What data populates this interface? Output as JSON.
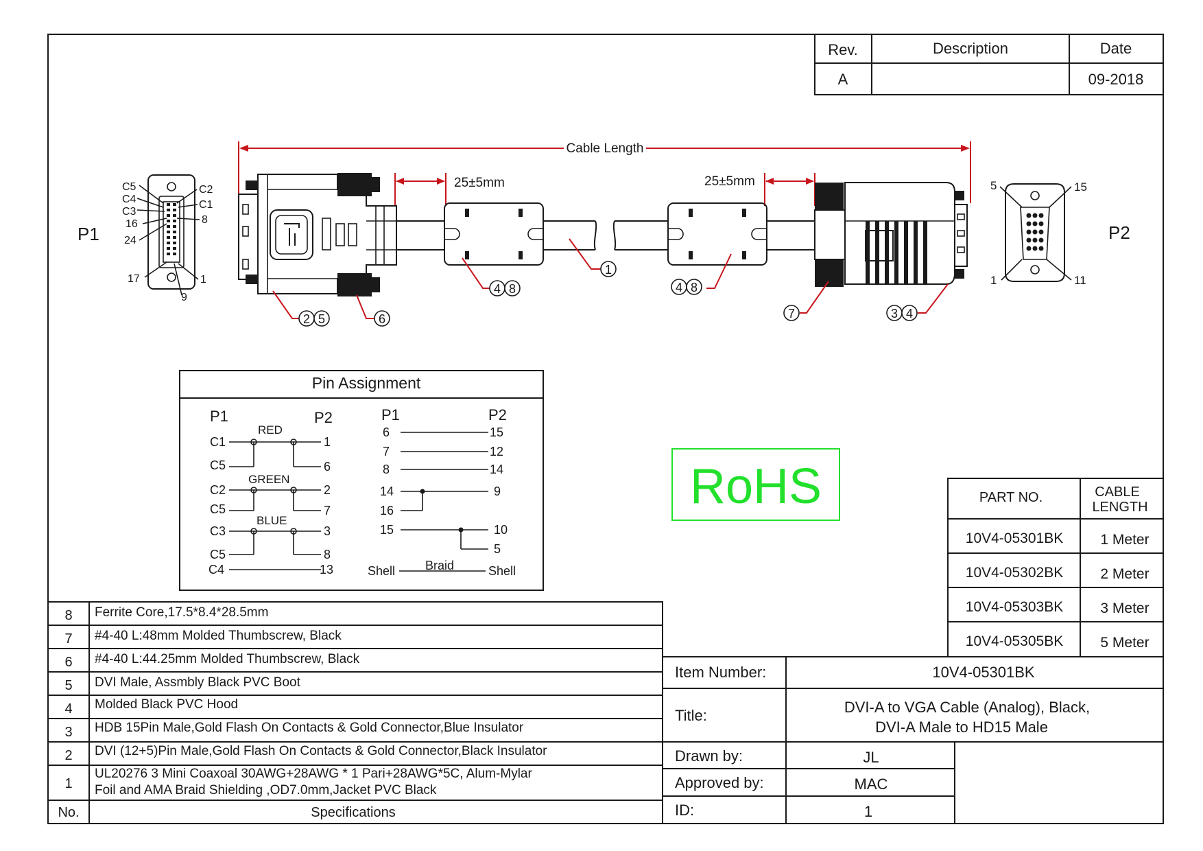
{
  "revision_table": {
    "headers": [
      "Rev.",
      "Description",
      "Date"
    ],
    "row": [
      "A",
      "",
      "09-2018"
    ]
  },
  "drawing": {
    "p1_label": "P1",
    "p2_label": "P2",
    "cable_length_label": "Cable Length",
    "dim_left": "25±5mm",
    "dim_right": "25±5mm",
    "dvi_pins": [
      "C5",
      "C4",
      "C3",
      "16",
      "24",
      "17",
      "9",
      "1",
      "8",
      "C1",
      "C2"
    ],
    "vga_pins": [
      "5",
      "15",
      "1",
      "11"
    ],
    "balloons": {
      "b1": "1",
      "b2": "2",
      "b3": "3",
      "b4": "4",
      "b5": "5",
      "b6": "6",
      "b7": "7",
      "b8": "8"
    }
  },
  "pin_assignment": {
    "title": "Pin Assignment",
    "p1": "P1",
    "p2": "P2",
    "colors": [
      "RED",
      "GREEN",
      "BLUE"
    ],
    "left_p1": [
      "C1",
      "C5",
      "C2",
      "C5",
      "C3",
      "C5",
      "C4"
    ],
    "left_p2": [
      "1",
      "6",
      "2",
      "7",
      "3",
      "8",
      "13"
    ],
    "right_p1": [
      "6",
      "7",
      "8",
      "14",
      "16",
      "15",
      "Shell"
    ],
    "right_p2": [
      "15",
      "12",
      "14",
      "9",
      "10",
      "5",
      "Shell"
    ],
    "braid": "Braid"
  },
  "rohs": "RoHS",
  "rohs_color": "#22e02c",
  "accent_red": "#c8161d",
  "part_table": {
    "headers": [
      "PART NO.",
      "CABLE",
      "LENGTH"
    ],
    "rows": [
      [
        "10V4-05301BK",
        "1 Meter"
      ],
      [
        "10V4-05302BK",
        "2 Meter"
      ],
      [
        "10V4-05303BK",
        "3 Meter"
      ],
      [
        "10V4-05305BK",
        "5 Meter"
      ]
    ]
  },
  "bom": {
    "rows": [
      [
        "8",
        "Ferrite Core,17.5*8.4*28.5mm"
      ],
      [
        "7",
        "#4-40 L:48mm Molded Thumbscrew, Black"
      ],
      [
        "6",
        "#4-40 L:44.25mm Molded Thumbscrew, Black"
      ],
      [
        "5",
        "DVI Male, Assmbly Black PVC Boot"
      ],
      [
        "4",
        "Molded Black PVC Hood"
      ],
      [
        "3",
        "HDB 15Pin Male,Gold Flash On Contacts & Gold Connector,Blue Insulator"
      ],
      [
        "2",
        "DVI (12+5)Pin Male,Gold Flash On Contacts & Gold Connector,Black Insulator"
      ]
    ],
    "row1_no": "1",
    "row1_line1": "UL20276  3 Mini Coaxoal 30AWG+28AWG * 1 Pari+28AWG*5C, Alum-Mylar",
    "row1_line2": "Foil and AMA Braid Shielding ,OD7.0mm,Jacket PVC Black",
    "footer": [
      "No.",
      "Specifications"
    ]
  },
  "title_block": {
    "item_number_label": "Item Number:",
    "item_number": "10V4-05301BK",
    "title_label": "Title:",
    "title_line1": "DVI-A to VGA Cable (Analog), Black,",
    "title_line2": "DVI-A Male to HD15 Male",
    "drawn_by_label": "Drawn by:",
    "drawn_by": "JL",
    "approved_by_label": "Approved by:",
    "approved_by": "MAC",
    "id_label": "ID:",
    "id": "1"
  }
}
